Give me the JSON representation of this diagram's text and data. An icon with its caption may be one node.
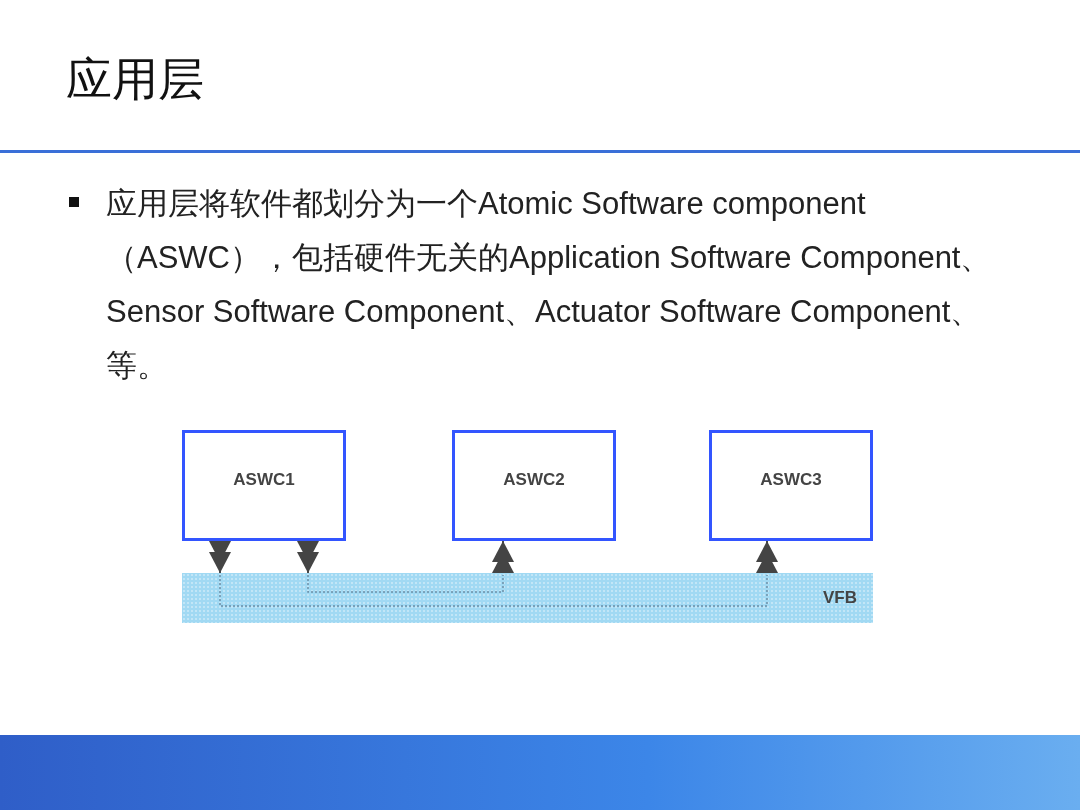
{
  "diagram": {
    "title": "应用层",
    "nodes": [
      {
        "text": [
          "ASWC1"
        ]
      },
      {
        "text": [
          "ASWC2"
        ]
      },
      {
        "text": [
          "ASWC3"
        ]
      },
      {
        "text": [
          "VFB"
        ]
      }
    ],
    "edges": [
      {
        "from": 0,
        "to": 3,
        "arrow": "to"
      },
      {
        "from": 0,
        "to": 3,
        "arrow": "to"
      },
      {
        "from": 3,
        "to": 1,
        "arrow": "to"
      },
      {
        "from": 3,
        "to": 2,
        "arrow": "to"
      }
    ],
    "labels": [
      "应用层将软件都划分为一个Atomic Software component（ASWC），包括硬件无关的Application Software Component、Sensor Software Component、Actuator Software Component、等。"
    ]
  }
}
